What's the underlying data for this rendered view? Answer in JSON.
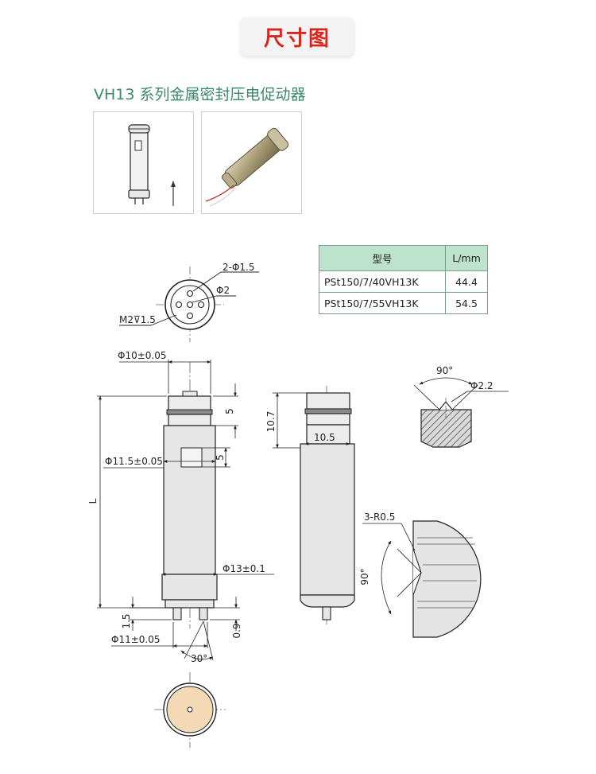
{
  "header": {
    "title": "尺寸图"
  },
  "series": {
    "title": "VH13 系列金属密封压电促动器"
  },
  "table": {
    "headers": [
      "型号",
      "L/mm"
    ],
    "rows": [
      {
        "model": "PSt150/7/40VH13K",
        "length": "44.4"
      },
      {
        "model": "PSt150/7/55VH13K",
        "length": "54.5"
      }
    ]
  },
  "top_view": {
    "holes": "2-Φ1.5",
    "bore": "Φ2",
    "thread": "M2⊽1.5"
  },
  "front_view": {
    "d_top": "Φ10±0.05",
    "h_top": "5",
    "d_body": "Φ11.5±0.05",
    "h_slot": "5",
    "length": "L",
    "d_base": "Φ13±0.1",
    "h_pin": "1.5",
    "d_bottom": "Φ11±0.05",
    "h_bottom": "0.9",
    "angle": "30°"
  },
  "side_view": {
    "height": "10.7",
    "width": "10.5"
  },
  "detail_top": {
    "angle": "90°",
    "diameter": "Φ2.2"
  },
  "detail_bottom": {
    "radius": "3-R0.5",
    "angle": "90°"
  },
  "colors": {
    "header_text": "#d9251c",
    "series_text": "#3a8a6a",
    "table_header": "#bde3cf",
    "actuator_body": "#e6e6e6",
    "end_face": "#f3d9b5"
  }
}
